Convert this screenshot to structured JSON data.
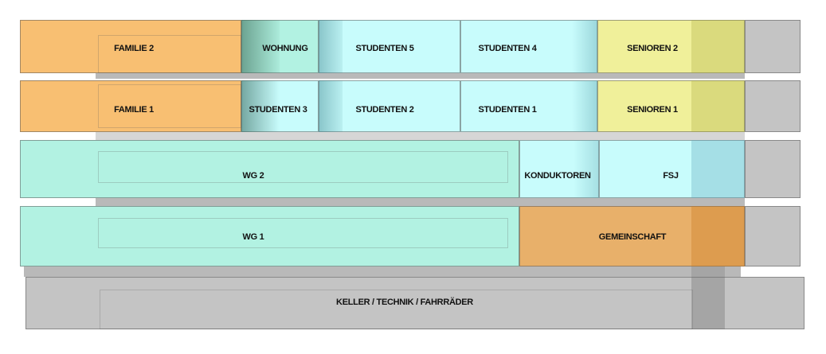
{
  "colors": {
    "family": "#f8bf72",
    "mint": "#b2f2e2",
    "cyan": "#c8fcfc",
    "senior": "#f0f09a",
    "community": "#e8b06a",
    "gray": "#c4c4c4"
  },
  "floors": {
    "floor4": {
      "familie": "FAMILIE 2",
      "wohnung": "WOHNUNG",
      "studenten_a": "STUDENTEN 5",
      "studenten_b": "STUDENTEN 4",
      "senioren": "SENIOREN 2"
    },
    "floor3": {
      "familie": "FAMILIE 1",
      "studenten_c": "STUDENTEN 3",
      "studenten_a": "STUDENTEN 2",
      "studenten_b": "STUDENTEN 1",
      "senioren": "SENIOREN 1"
    },
    "floor2": {
      "wg": "WG 2",
      "konduktoren": "KONDUKTOREN",
      "fsj": "FSJ"
    },
    "floor1": {
      "wg": "WG 1",
      "gemeinschaft": "GEMEINSCHAFT"
    },
    "basement": {
      "label": "KELLER / TECHNIK / FAHRRÄDER"
    }
  }
}
